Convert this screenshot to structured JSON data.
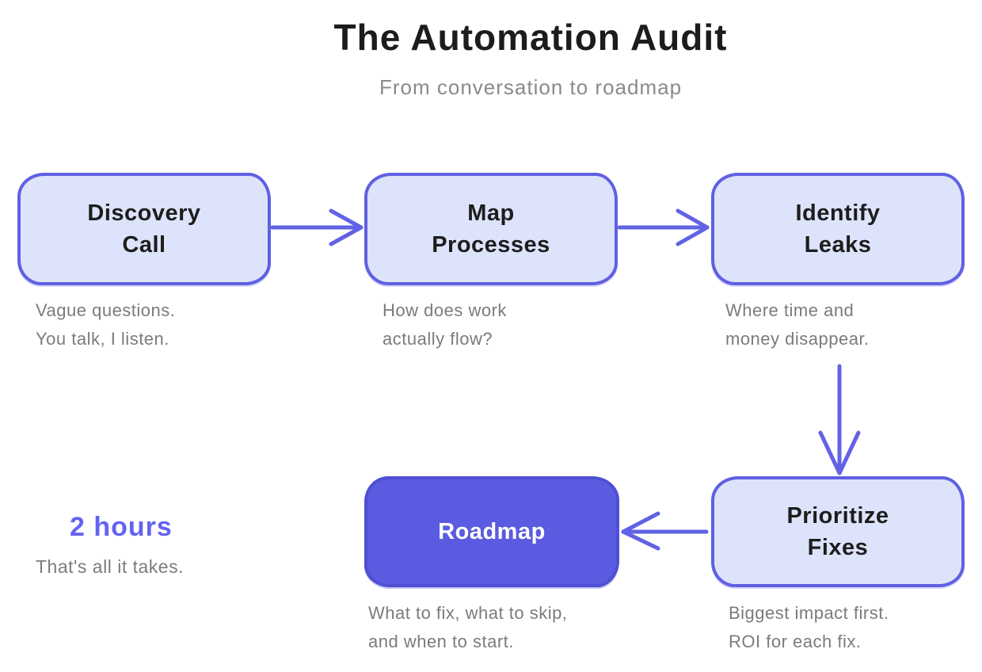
{
  "title": "The Automation Audit",
  "subtitle": "From conversation to roadmap",
  "nodes": [
    {
      "id": "discovery-call",
      "label": "Discovery\nCall",
      "caption": "Vague questions.\nYou talk, I listen.",
      "variant": "light"
    },
    {
      "id": "map-processes",
      "label": "Map\nProcesses",
      "caption": "How does work\nactually flow?",
      "variant": "light"
    },
    {
      "id": "identify-leaks",
      "label": "Identify\nLeaks",
      "caption": "Where time and\nmoney disappear.",
      "variant": "light"
    },
    {
      "id": "prioritize-fixes",
      "label": "Prioritize\nFixes",
      "caption": "Biggest impact first.\nROI for each fix.",
      "variant": "solid-target"
    },
    {
      "id": "roadmap",
      "label": "Roadmap",
      "caption": "What to fix, what to skip,\nand when to start.",
      "variant": "solid"
    }
  ],
  "edges": [
    {
      "from": "discovery-call",
      "to": "map-processes",
      "direction": "right"
    },
    {
      "from": "map-processes",
      "to": "identify-leaks",
      "direction": "right"
    },
    {
      "from": "identify-leaks",
      "to": "prioritize-fixes",
      "direction": "down"
    },
    {
      "from": "prioritize-fixes",
      "to": "roadmap",
      "direction": "left"
    }
  ],
  "badge": {
    "value": "2 hours",
    "caption": "That's all it takes."
  },
  "colors": {
    "background": "#ffffff",
    "node_fill_light": "#dde3fa",
    "node_border": "#5f60e2",
    "node_fill_solid": "#5a5be0",
    "node_border_solid": "#4e4fd2",
    "arrow": "#6162e4",
    "title_text": "#1c1c1c",
    "caption_text": "#7b7b7b",
    "accent_text": "#6363f2",
    "solid_node_text": "#ffffff"
  }
}
